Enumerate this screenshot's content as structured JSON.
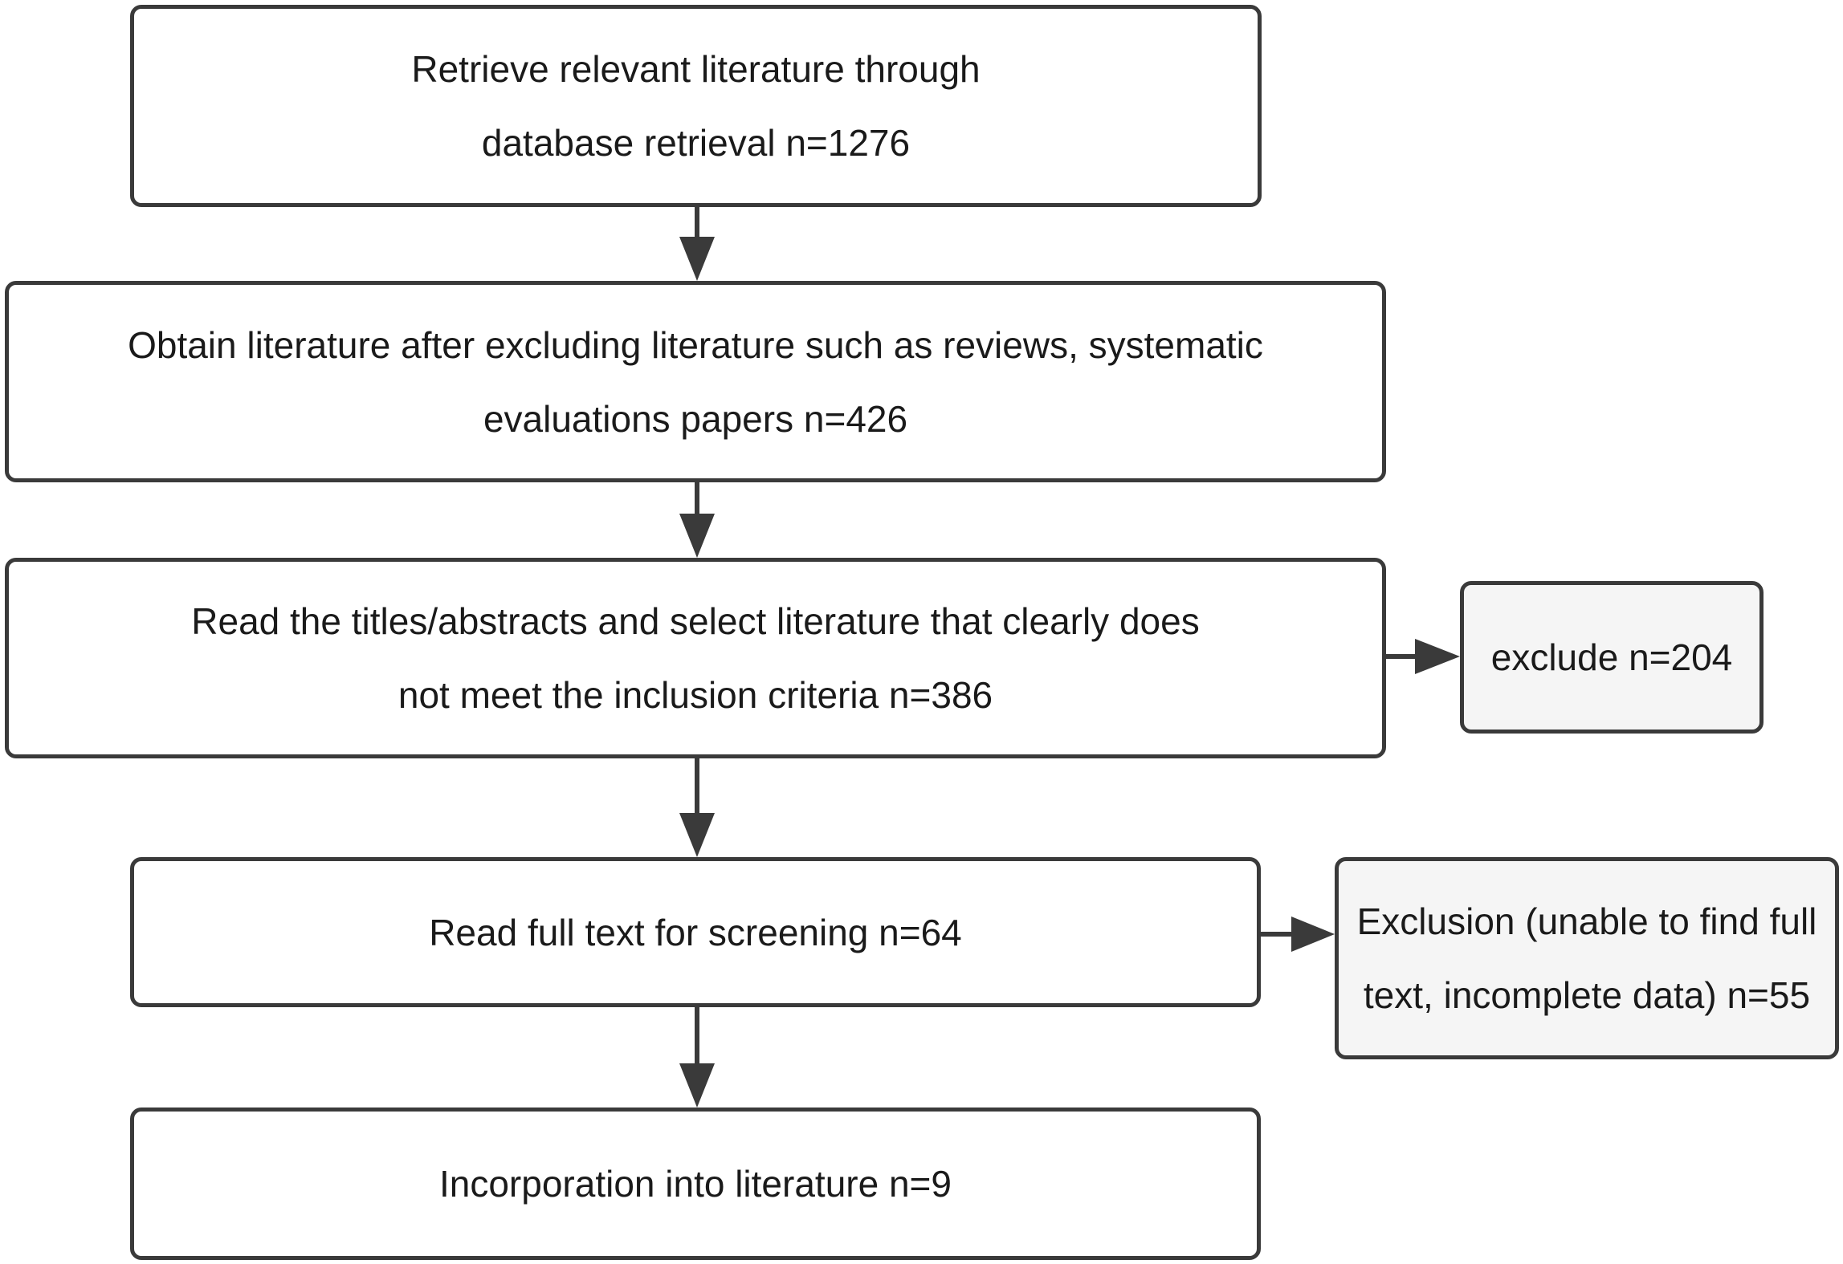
{
  "flowchart": {
    "main_steps": [
      {
        "id": "retrieve",
        "lines": [
          "Retrieve relevant literature through",
          "database retrieval n=1276"
        ]
      },
      {
        "id": "obtain",
        "lines": [
          "Obtain literature after excluding literature such as reviews, systematic",
          "evaluations papers n=426"
        ]
      },
      {
        "id": "read-titles",
        "lines": [
          "Read the titles/abstracts and select literature that clearly does",
          "not meet the inclusion criteria n=386"
        ]
      },
      {
        "id": "full-text",
        "lines": [
          "Read full text for screening n=64"
        ]
      },
      {
        "id": "incorporation",
        "lines": [
          "Incorporation into literature n=9"
        ]
      }
    ],
    "exclusions": [
      {
        "id": "exclude-204",
        "lines": [
          "exclude n=204"
        ]
      },
      {
        "id": "exclude-55",
        "lines": [
          "Exclusion (unable to find full",
          "text, incomplete data) n=55"
        ]
      }
    ],
    "colors": {
      "stroke": "#3a3a3a",
      "box_fill": "#ffffff",
      "side_box_fill": "#f5f5f5",
      "text": "#1a1a1a"
    }
  }
}
